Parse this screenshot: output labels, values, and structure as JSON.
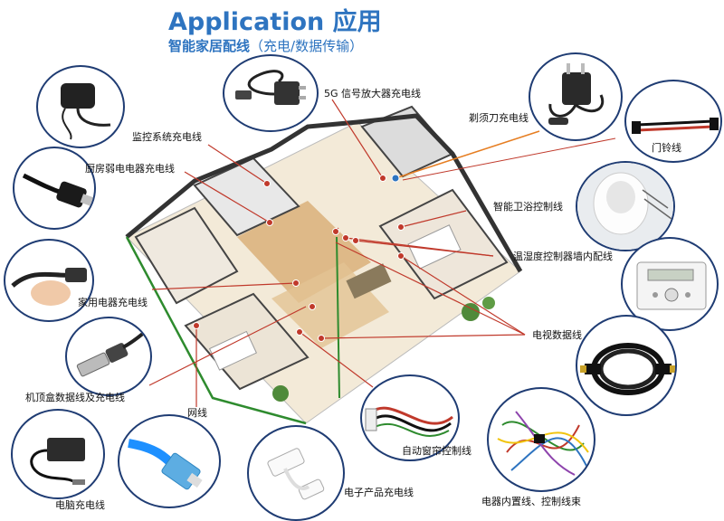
{
  "title": "Application 应用",
  "subtitle_main": "智能家居配线",
  "subtitle_paren": "（充电/数据传输）",
  "labels": {
    "signal_amp": "5G 信号放大器充电线",
    "shaver": "剃须刀充电线",
    "monitor": "监控系统充电线",
    "doorbell": "门铃线",
    "kitchen": "厨房弱电电器充电线",
    "bath": "智能卫浴控制线",
    "thermo": "温湿度控制器墙内配线",
    "appliance": "家用电器充电线",
    "tv": "电视数据线",
    "stb": "机顶盒数据线及充电线",
    "network": "网线",
    "curtain": "自动窗帘控制线",
    "laptop": "电脑充电线",
    "electronics": "电子产品充电线",
    "harness": "电器内置线、控制线束"
  },
  "colors": {
    "title": "#2e74c0",
    "circle_border": "#1f3c73",
    "leader": "#c0392b",
    "leader_alt": "#e67e22"
  }
}
